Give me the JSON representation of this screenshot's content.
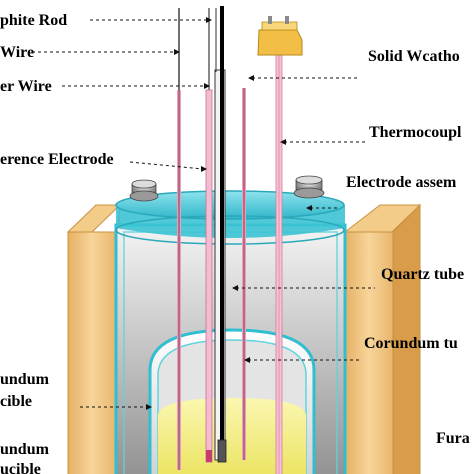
{
  "labels": {
    "graphite_rod": "phite Rod",
    "wire_1": "Wire",
    "wire_2": "er Wire",
    "reference_electrode": "erence Electrode",
    "solid_weathometer": "Solid Wcatho",
    "thermocouple": "Thermocoupl",
    "electrode_assembly": "Electrode assem",
    "quartz_tube": "Quartz tube",
    "corundum_tube": "Corundum tu",
    "corundum_crucible_1a": "undum",
    "corundum_crucible_1b": "cible",
    "corundum_crucible_2a": "undum",
    "corundum_crucible_2b": "ucible",
    "furnace": "Fura"
  },
  "colors": {
    "furnace": "#f0c27a",
    "furnace_edge": "#d8a24a",
    "quartz": "#39c6d6",
    "tube_gradient_light": "#f4f4f4",
    "tube_gradient_dark": "#9a9a9a",
    "melt": "#f3ef8a",
    "wire_pink": "#f1b7c9",
    "thermocouple_head": "#f4c248"
  }
}
